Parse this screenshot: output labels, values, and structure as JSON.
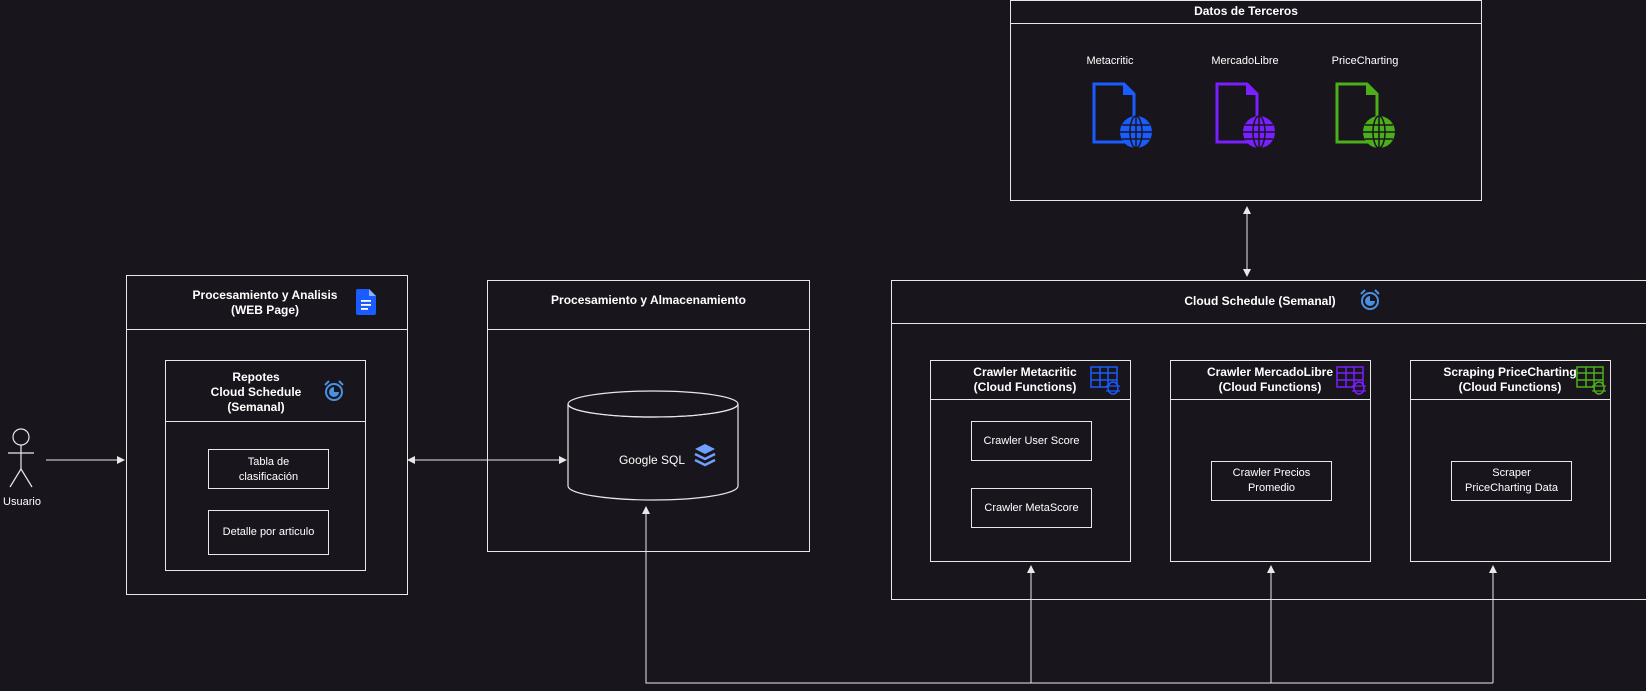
{
  "third_party": {
    "title": "Datos de Terceros",
    "sources": [
      {
        "label": "Metacritic",
        "color": "#1a5cff"
      },
      {
        "label": "MercadoLibre",
        "color": "#7a1fff"
      },
      {
        "label": "PriceCharting",
        "color": "#4caf1a"
      }
    ]
  },
  "web_page": {
    "title": "Procesamiento y Analisis\n(WEB Page)",
    "icon": "google-docs-icon",
    "reports": {
      "title": "Repotes\nCloud Schedule\n(Semanal)",
      "icon": "alarm-clock-icon",
      "items": [
        "Tabla de\nclasificación",
        "Detalle por articulo"
      ]
    }
  },
  "storage": {
    "title": "Procesamiento y Almacenamiento",
    "db_label": "Google SQL",
    "db_icon": "cloud-sql-icon"
  },
  "schedule": {
    "title": "Cloud Schedule (Semanal)",
    "icon": "alarm-clock-icon",
    "crawlers": [
      {
        "title": "Crawler  Metacritic\n(Cloud Functions)",
        "color": "#1a5cff",
        "items": [
          "Crawler User Score",
          "Crawler MetaScore"
        ]
      },
      {
        "title": "Crawler  MercadoLibre\n(Cloud Functions)",
        "color": "#7a1fff",
        "items": [
          "Crawler  Precios\nPromedio"
        ]
      },
      {
        "title": "Scraping PriceCharting\n(Cloud Functions)",
        "color": "#4caf1a",
        "items": [
          "Scraper\nPriceCharting Data"
        ]
      }
    ]
  },
  "actor": {
    "label": "Usuario"
  },
  "colors": {
    "background": "#18161c",
    "stroke": "#e8e8e8",
    "accent_blue": "#1a5cff",
    "clock_blue": "#4a90e2"
  }
}
